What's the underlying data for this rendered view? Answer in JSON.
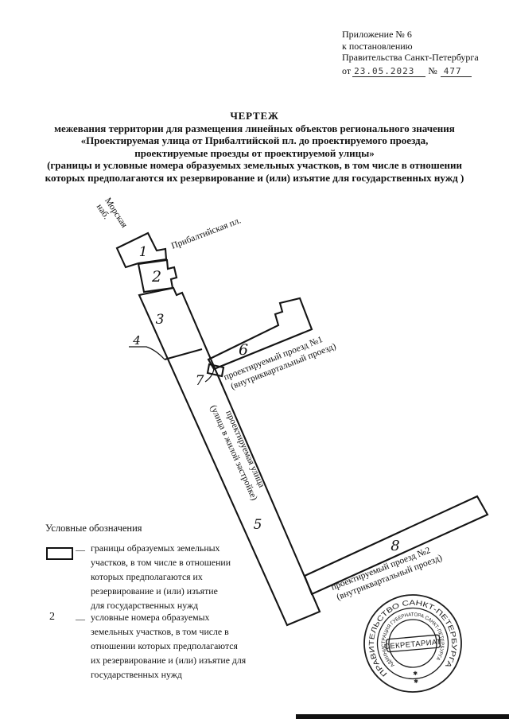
{
  "header": {
    "line1": "Приложение № 6",
    "line2": "к постановлению",
    "line3": "Правительства Санкт-Петербурга",
    "from_label": "от",
    "date": "23.05.2023",
    "no_label": "№",
    "doc_number": "477"
  },
  "title": {
    "line1": "ЧЕРТЕЖ",
    "line2": "межевания территории  для размещения линейных объектов регионального значения",
    "line3": "«Проектируемая улица от Прибалтийской пл. до проектируемого проезда,",
    "line4": "проектируемые проезды от проектируемой улицы»",
    "line5": "(границы и условные номера образуемых земельных участков, в том числе в отношении",
    "line6": "которых предполагаются их резервирование и (или) изъятие для государственных нужд )"
  },
  "map": {
    "labels": {
      "morskaya_line1": "Морская",
      "morskaya_line2": "наб.",
      "pribaltiyskaya": "Прибалтийская пл.",
      "proezd1_line1": "проектируемый проезд №1",
      "proezd1_line2": "(внутриквартальный проезд)",
      "street_line1": "проектируемая улица",
      "street_line2": "(улица в жилой застройке)",
      "proezd2_line1": "проектируемый проезд №2",
      "proezd2_line2": "(внутриквартальный проезд)"
    },
    "parcel_numbers": {
      "p1": "1",
      "p2": "2",
      "p3": "3",
      "p4": "4",
      "p5": "5",
      "p6": "6",
      "p7": "7",
      "p8": "8"
    }
  },
  "legend": {
    "heading": "Условные обозначения",
    "item1": {
      "dash": "—",
      "lines": [
        "границы образуемых земельных",
        "участков, в том числе в отношении",
        "которых предполагаются их",
        "резервирование и (или) изъятие",
        "для государственных нужд"
      ]
    },
    "item2": {
      "symbol": "2",
      "dash": "—",
      "lines": [
        "условные номера образуемых",
        "земельных участков, в том числе в",
        "отношении которых предполагаются",
        "их резервирование и (или) изъятие для",
        "государственных нужд"
      ]
    }
  },
  "stamp": {
    "outer_text": "ПРАВИТЕЛЬСТВО  САНКТ-ПЕТЕРБУРГА",
    "inner_text": "АДМИНИСТРАЦИЯ ГУБЕРНАТОРА САНКТ-ПЕТЕРБУРГА",
    "center_text": "СЕКРЕТАРИАТ",
    "asterisk": "✱"
  }
}
